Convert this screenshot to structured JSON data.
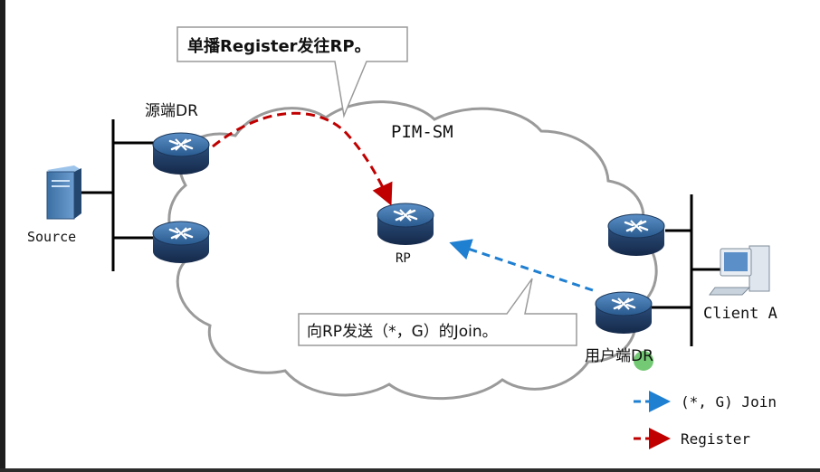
{
  "cloud_label": "PIM-SM",
  "callout_register": "单播Register发往RP。",
  "callout_join": "向RP发送（*，G）的Join。",
  "labels": {
    "source_dr": "源端DR",
    "source": "Source",
    "rp": "RP",
    "client": "Client A",
    "client_dr": "用户端DR"
  },
  "legend": {
    "join": "(*, G) Join",
    "register": "Register"
  },
  "colors": {
    "join": "#1f7fd1",
    "register": "#c00000",
    "cloud_fill": "#ffffff",
    "router": "#1f3f66"
  }
}
